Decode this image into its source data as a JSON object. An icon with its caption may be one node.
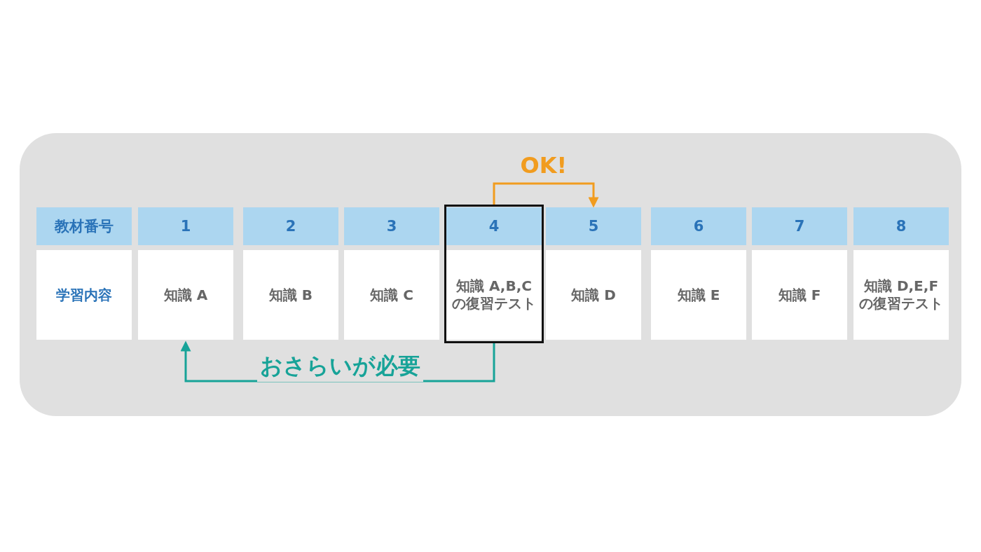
{
  "diagram": {
    "nodes": [
      {
        "text": [
          "教材番号"
        ]
      },
      {
        "text": [
          "1"
        ]
      },
      {
        "text": [
          "2"
        ]
      },
      {
        "text": [
          "3"
        ]
      },
      {
        "text": [],
        "shape": "box"
      },
      {
        "text": [
          "4"
        ],
        "in": 4
      },
      {
        "text": [
          "5"
        ]
      },
      {
        "text": [
          "6"
        ]
      },
      {
        "text": [
          "7"
        ]
      },
      {
        "text": [
          "8"
        ]
      },
      {
        "text": [
          "学習内容"
        ]
      },
      {
        "text": [
          "知識 A"
        ]
      },
      {
        "text": [
          "知識 B"
        ]
      },
      {
        "text": [
          "知識 C"
        ]
      },
      {
        "text": [
          "知識 A,B,Cの復習テスト"
        ],
        "in": 4
      },
      {
        "text": [
          "知識 D"
        ]
      },
      {
        "text": [
          "知識 E"
        ]
      },
      {
        "text": [
          "知識 F"
        ]
      },
      {
        "text": [
          "知識 D,E,Fの復習テスト"
        ]
      }
    ],
    "edges": [
      {
        "from": 5,
        "to": 6,
        "arrow": "to",
        "label": "OK!",
        "color": "#f19c1f"
      },
      {
        "from": 14,
        "to": 11,
        "arrow": "to",
        "label": "おさらいが必要",
        "color": "#17a398"
      }
    ]
  }
}
